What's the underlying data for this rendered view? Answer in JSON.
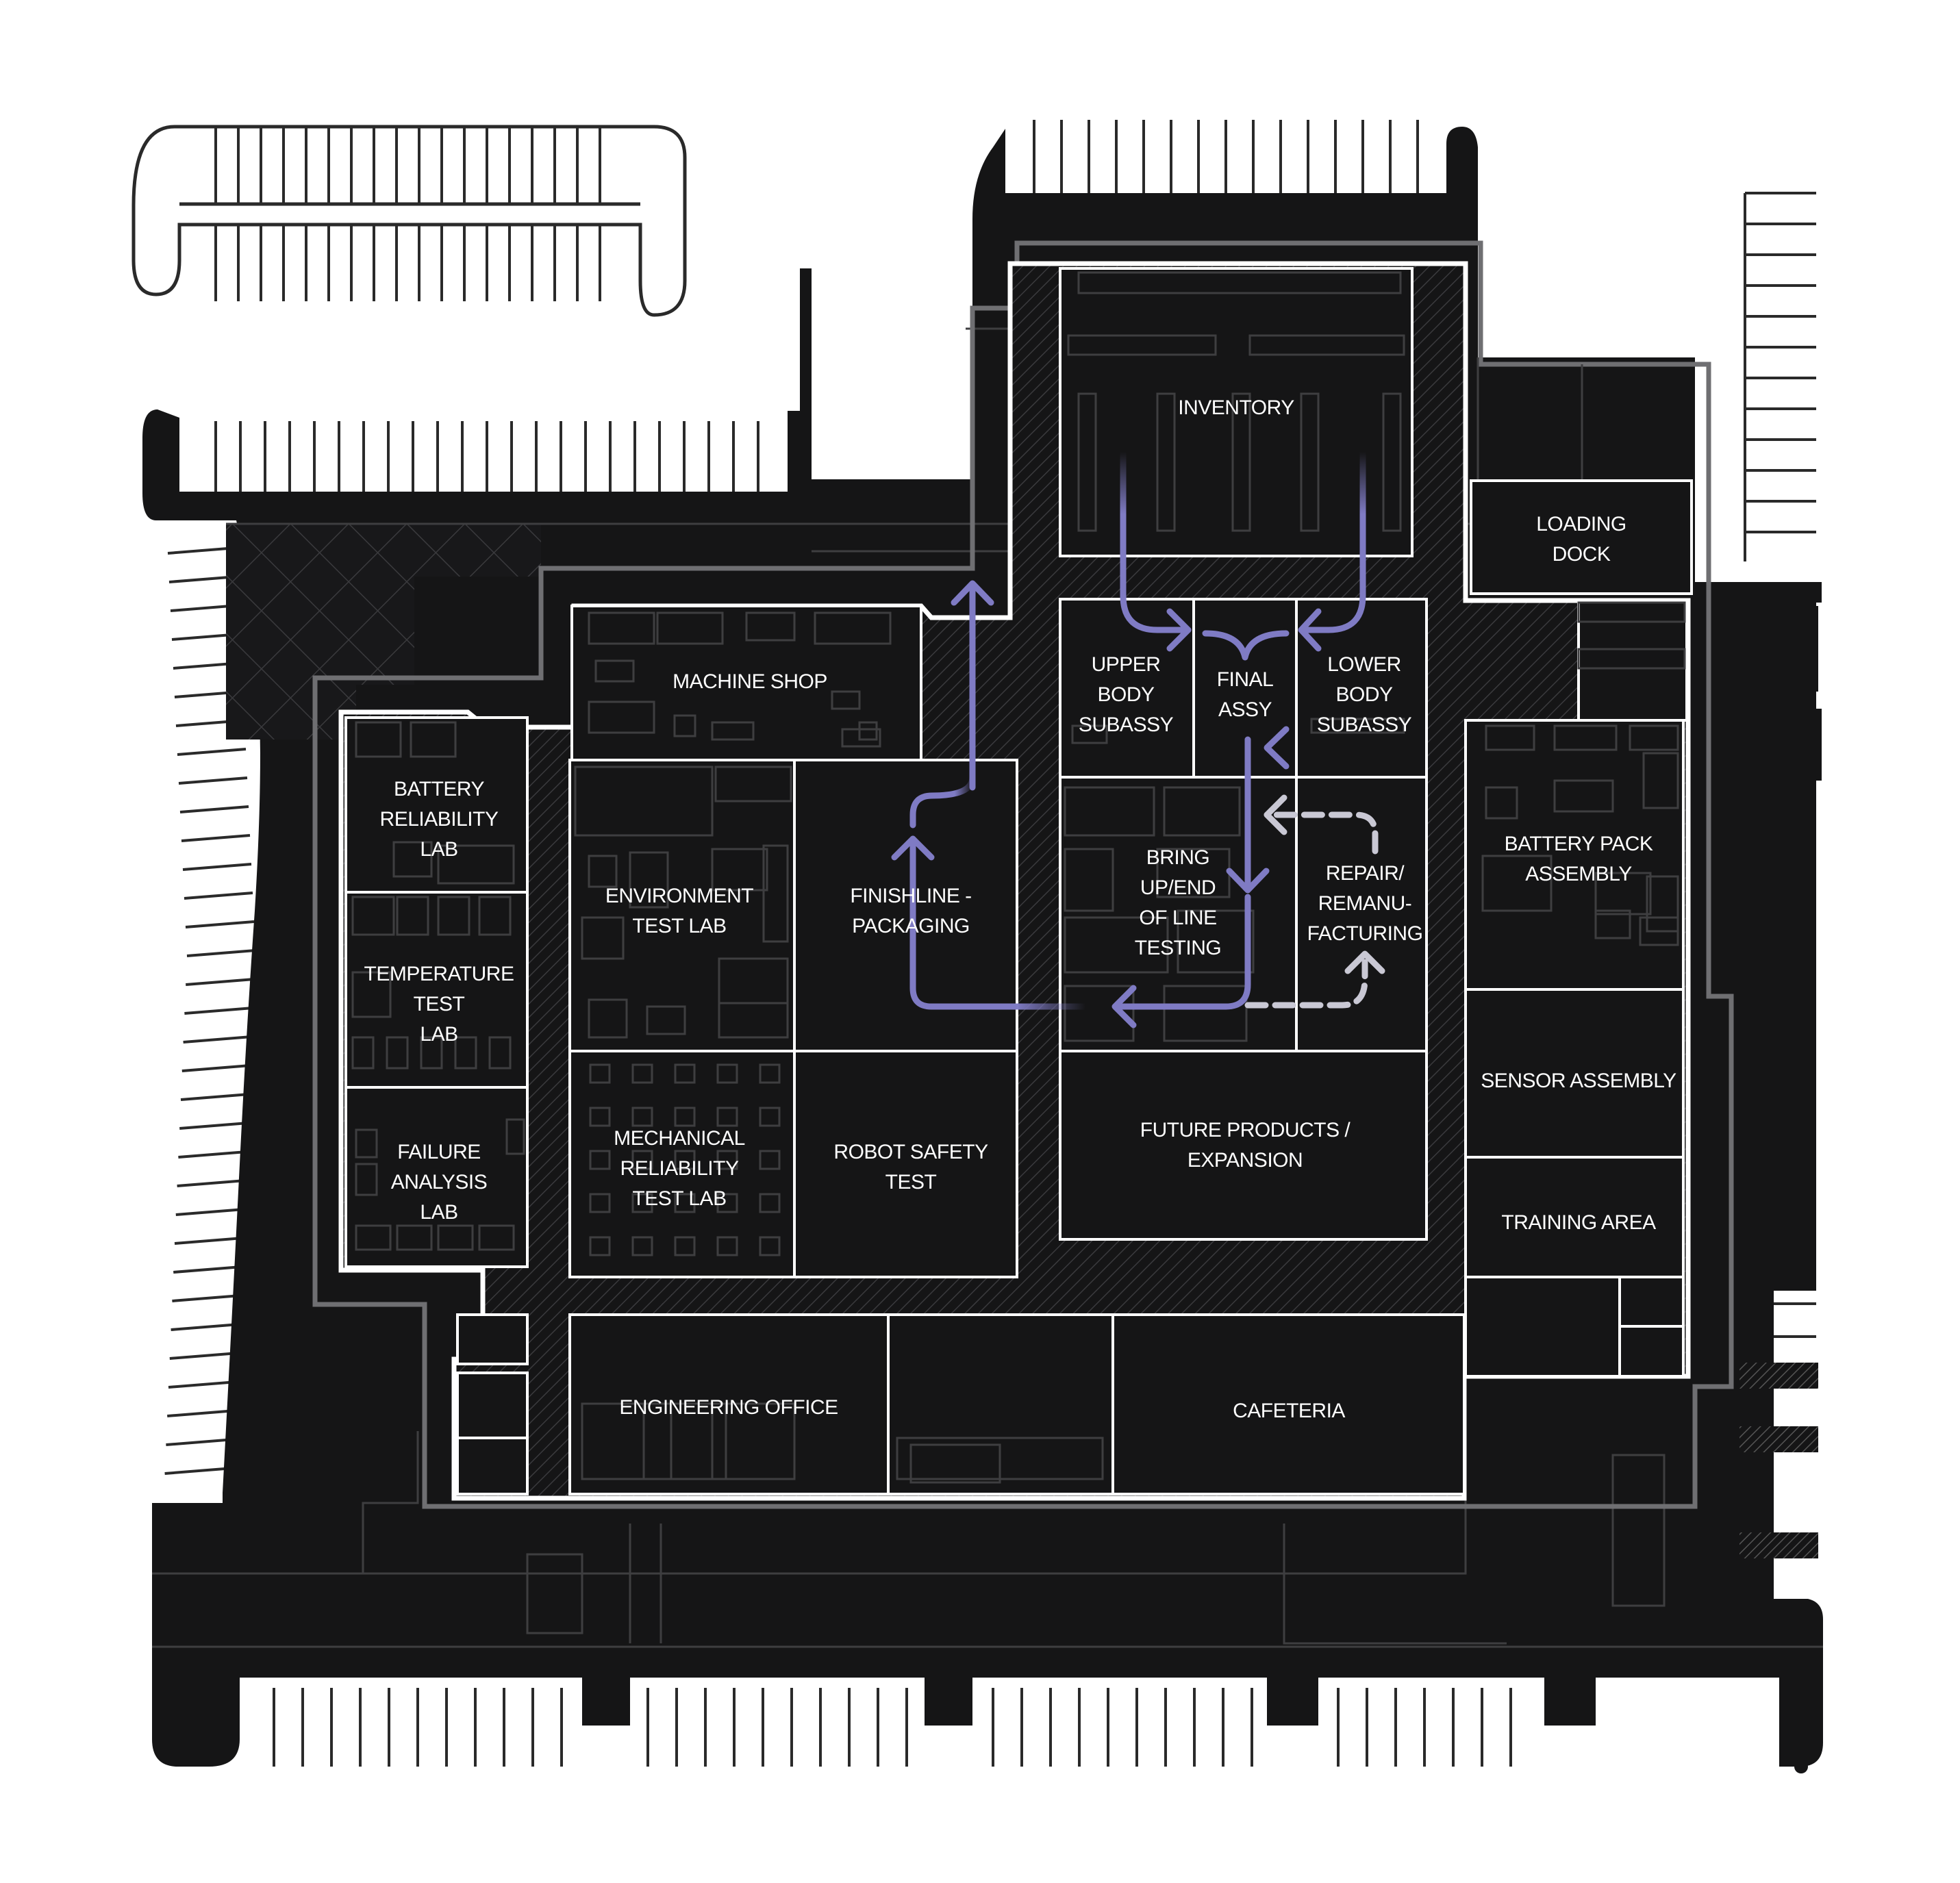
{
  "title": "",
  "colors": {
    "background": "#ffffff",
    "building": "#151516",
    "room_outline": "#ffffff",
    "inner_lines": "#3e3e40",
    "perimeter_grey": "#6f6f72",
    "flow_arrow": "#7f7bc4",
    "rework_arrow": "#c9c8d4",
    "parking_lines": "#2a2a2a"
  },
  "rooms": {
    "inventory": [
      "INVENTORY"
    ],
    "loading_dock": [
      "LOADING",
      "DOCK"
    ],
    "machine_shop": [
      "MACHINE SHOP"
    ],
    "upper_body_subassy": [
      "UPPER",
      "BODY",
      "SUBASSY"
    ],
    "final_assy": [
      "FINAL",
      "ASSY"
    ],
    "lower_body_subassy": [
      "LOWER",
      "BODY",
      "SUBASSY"
    ],
    "battery_reliability_lab": [
      "BATTERY",
      "RELIABILITY",
      "LAB"
    ],
    "environment_test_lab": [
      "ENVIRONMENT",
      "TEST LAB"
    ],
    "finishline_packaging": [
      "FINISHLINE -",
      "PACKAGING"
    ],
    "bring_up_testing": [
      "BRING",
      "UP/END",
      "OF LINE",
      "TESTING"
    ],
    "repair_remanufacturing": [
      "REPAIR/",
      "REMANU-",
      "FACTURING"
    ],
    "battery_pack_assembly": [
      "BATTERY PACK",
      "ASSEMBLY"
    ],
    "temperature_test_lab": [
      "TEMPERATURE",
      "TEST",
      "LAB"
    ],
    "sensor_assembly": [
      "SENSOR ASSEMBLY"
    ],
    "failure_analysis_lab": [
      "FAILURE",
      "ANALYSIS",
      "LAB"
    ],
    "mechanical_reliability_test_lab": [
      "MECHANICAL",
      "RELIABILITY",
      "TEST LAB"
    ],
    "robot_safety_test": [
      "ROBOT SAFETY",
      "TEST"
    ],
    "future_products": [
      "FUTURE PRODUCTS /",
      "EXPANSION"
    ],
    "training_area": [
      "TRAINING AREA"
    ],
    "engineering_office": [
      "ENGINEERING OFFICE"
    ],
    "cafeteria": [
      "CAFETERIA"
    ]
  }
}
